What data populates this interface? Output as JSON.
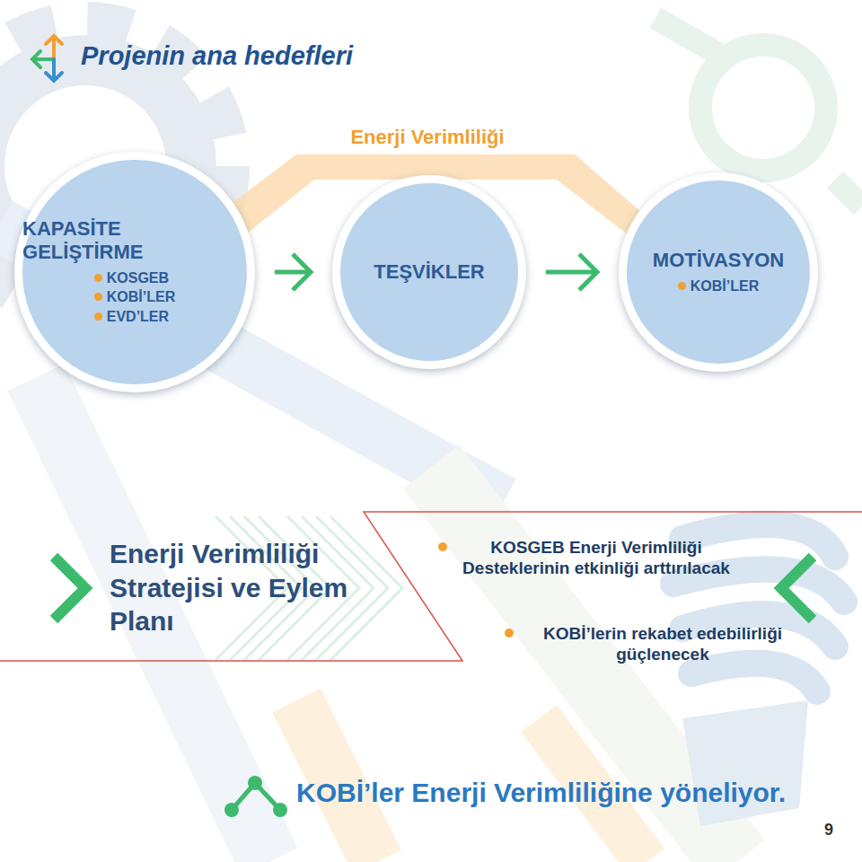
{
  "diagram": {
    "title": "Projenin ana hedefleri",
    "nodes": [
      {
        "text": [
          "KAPASİTE GELİŞTİRME",
          "KOSGEB",
          "KOBİ’LER",
          "EVD’LER"
        ]
      },
      {
        "text": [
          "TEŞVİKLER"
        ]
      },
      {
        "text": [
          "MOTİVASYON",
          "KOBİ’LER"
        ]
      },
      {
        "text": [
          "Enerji Verimliliği Stratejisi ve Eylem Planı"
        ]
      },
      {
        "text": [
          "KOSGEB Enerji Verimliliği Desteklerinin etkinliği arttırılacak",
          "KOBİ’lerin rekabet edebilirliği güçlenecek"
        ]
      }
    ],
    "edges": [
      {
        "from": 0,
        "to": 1,
        "arrow": "to"
      },
      {
        "from": 1,
        "to": 2,
        "arrow": "to"
      }
    ],
    "labels": [
      "Enerji Verimliliği",
      "KOBİ’ler Enerji Verimliliğine yöneliyor.",
      "9"
    ]
  }
}
